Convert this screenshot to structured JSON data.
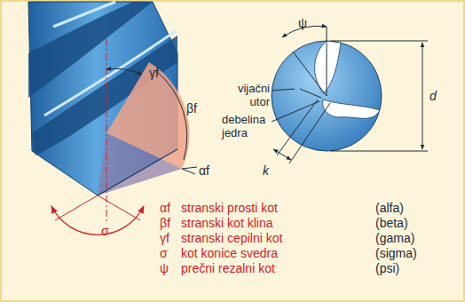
{
  "diagram": {
    "labels": [
      "γf",
      "βf",
      "αf",
      "σ",
      "ψ",
      "vijačni utor",
      "debelina jedra",
      "d",
      "k",
      "αf",
      "stranski prosti kot",
      "(alfa)",
      "βf",
      "stranski kot klina",
      "(beta)",
      "γf",
      "stranski cepilni kot",
      "(gama)",
      "σ",
      "kot konice svedra",
      "(sigma)",
      "ψ",
      "prečni rezalni kot",
      "(psi)"
    ]
  }
}
